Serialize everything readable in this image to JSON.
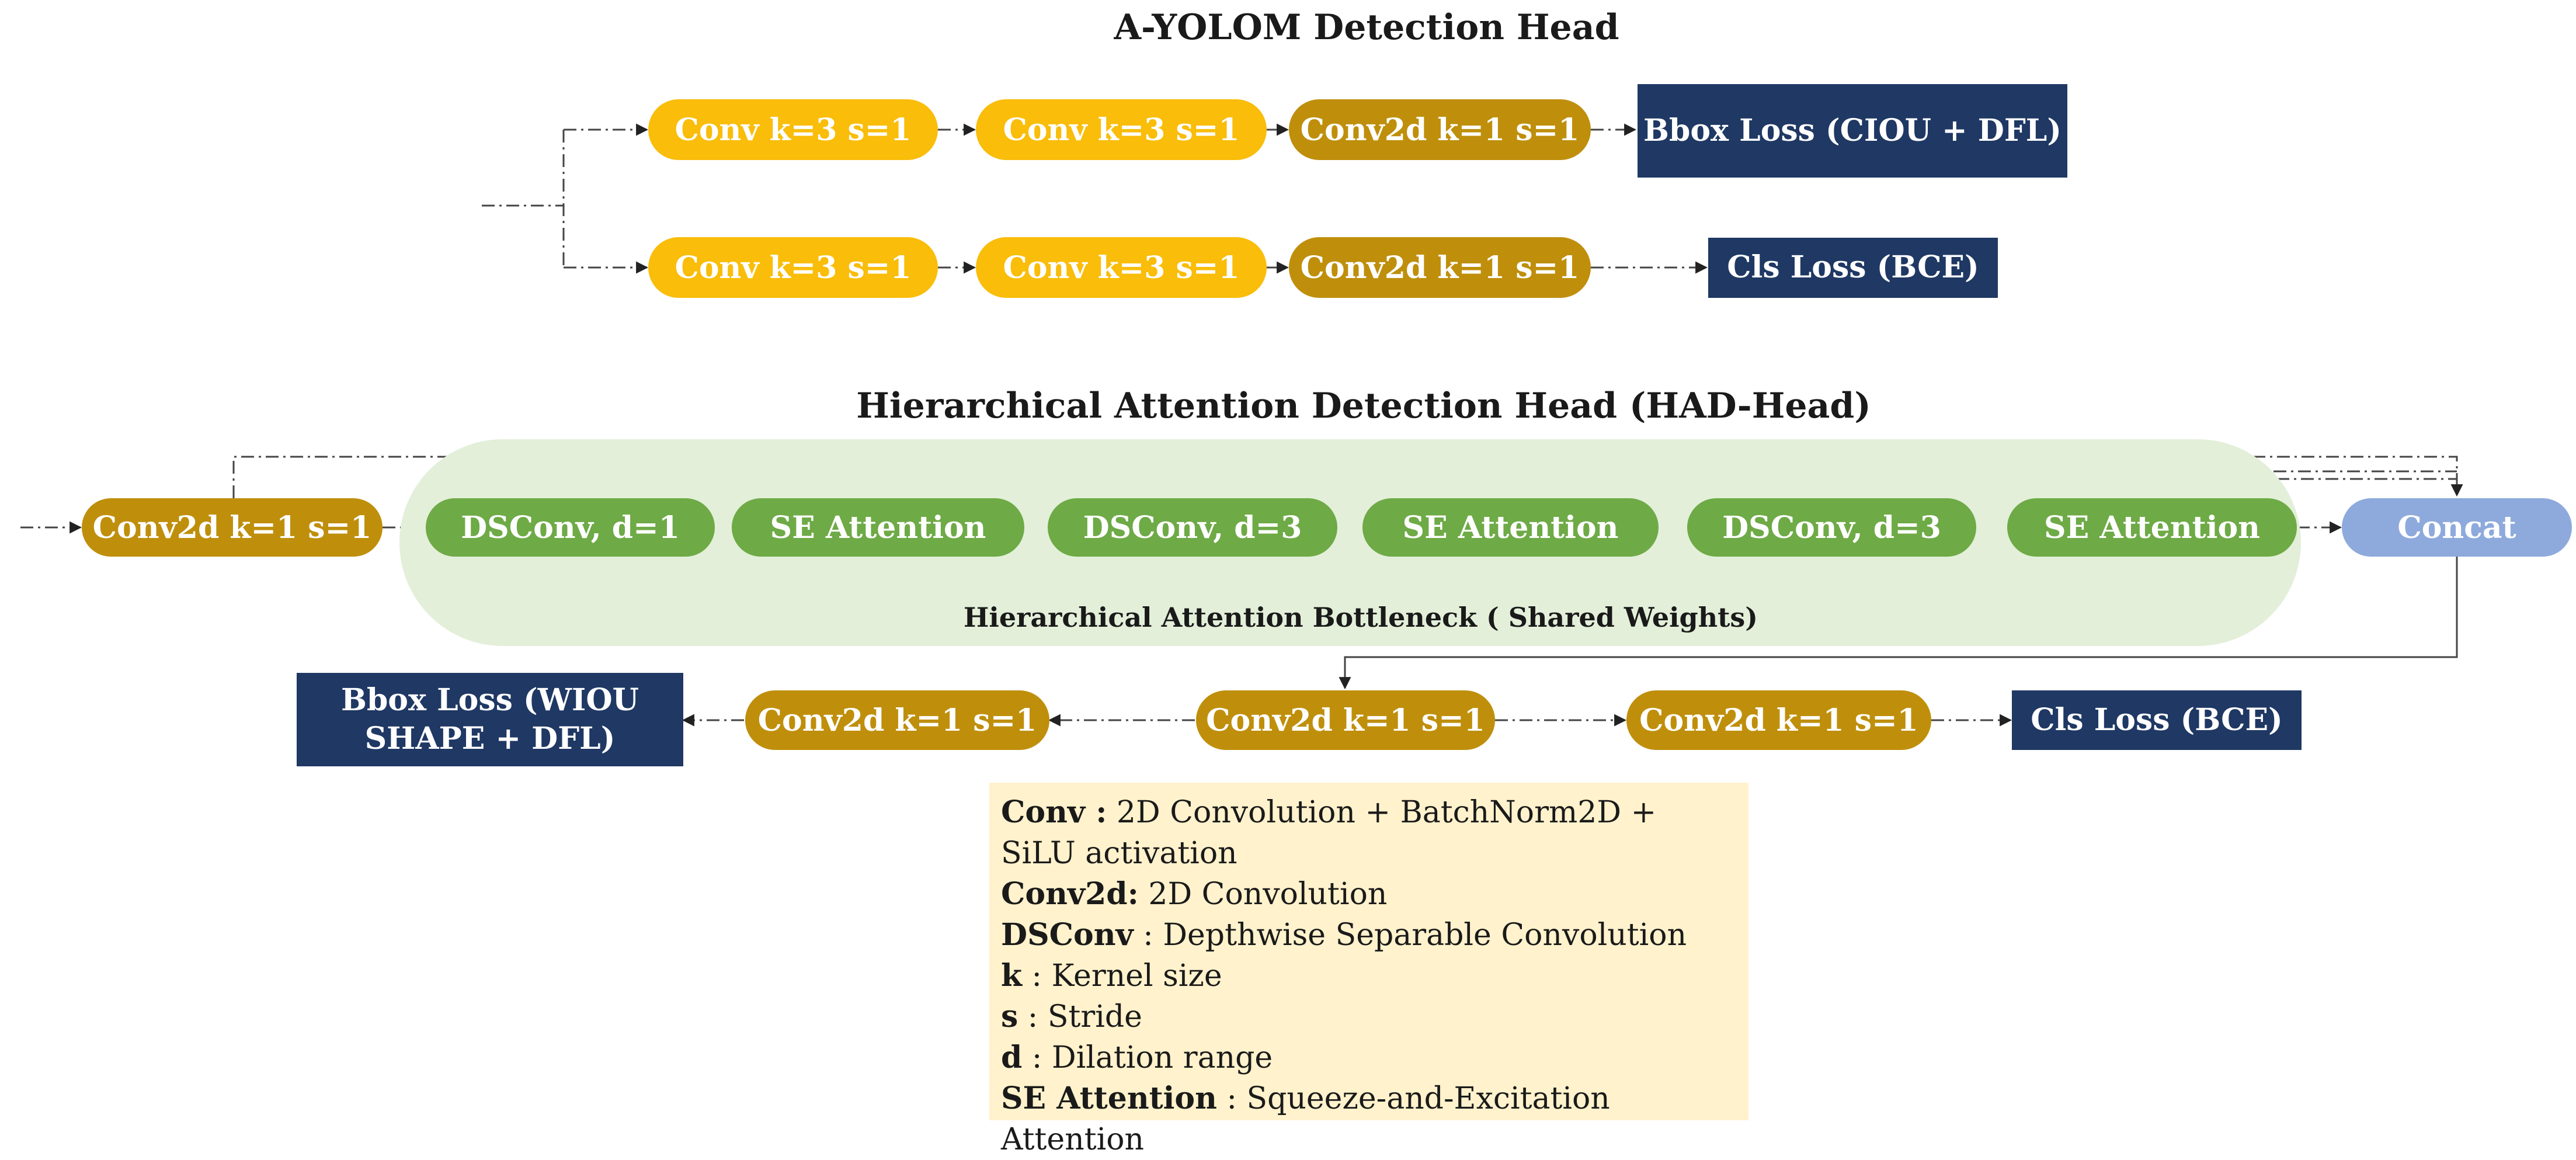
{
  "titles": {
    "top": "A-YOLOM Detection Head",
    "bottom": "Hierarchical Attention Detection Head (HAD-Head)"
  },
  "yolom": {
    "row1": [
      "Conv k=3 s=1",
      "Conv k=3 s=1",
      "Conv2d k=1 s=1"
    ],
    "row1_loss": "Bbox Loss (CIOU + DFL)",
    "row2": [
      "Conv k=3 s=1",
      "Conv k=3 s=1",
      "Conv2d k=1 s=1"
    ],
    "row2_loss": "Cls Loss (BCE)"
  },
  "had": {
    "input": "Conv2d k=1 s=1",
    "chain": [
      "DSConv, d=1",
      "SE Attention",
      "DSConv, d=3",
      "SE Attention",
      "DSConv, d=3",
      "SE Attention"
    ],
    "concat": "Concat",
    "bottleneck_label": "Hierarchical Attention Bottleneck ( Shared Weights)",
    "left_conv": "Conv2d k=1 s=1",
    "mid_conv": "Conv2d k=1 s=1",
    "right_conv": "Conv2d k=1 s=1",
    "bbox_loss_line1": "Bbox Loss (WIOU",
    "bbox_loss_line2": "SHAPE + DFL)",
    "cls_loss": "Cls Loss (BCE)"
  },
  "legend": [
    {
      "term": "Conv :",
      "desc": " 2D Convolution + BatchNorm2D + SiLU activation"
    },
    {
      "term": "Conv2d:",
      "desc": " 2D Convolution"
    },
    {
      "term": "DSConv",
      "desc": " : Depthwise Separable Convolution"
    },
    {
      "term": "k",
      "desc": " : Kernel size"
    },
    {
      "term": "s",
      "desc": " : Stride"
    },
    {
      "term": "d",
      "desc": " : Dilation range"
    },
    {
      "term": "SE Attention",
      "desc": " : Squeeze-and-Excitation Attention"
    }
  ],
  "colors": {
    "conv": "#f9bd0a",
    "conv2d": "#bf8f0c",
    "dsconv": "#6eaa46",
    "se_attention": "#6eaa46",
    "concat": "#8eaadc",
    "loss": "#1f3864",
    "bottleneck_bg": "#e3efd9",
    "legend_bg": "#fff2cc"
  }
}
